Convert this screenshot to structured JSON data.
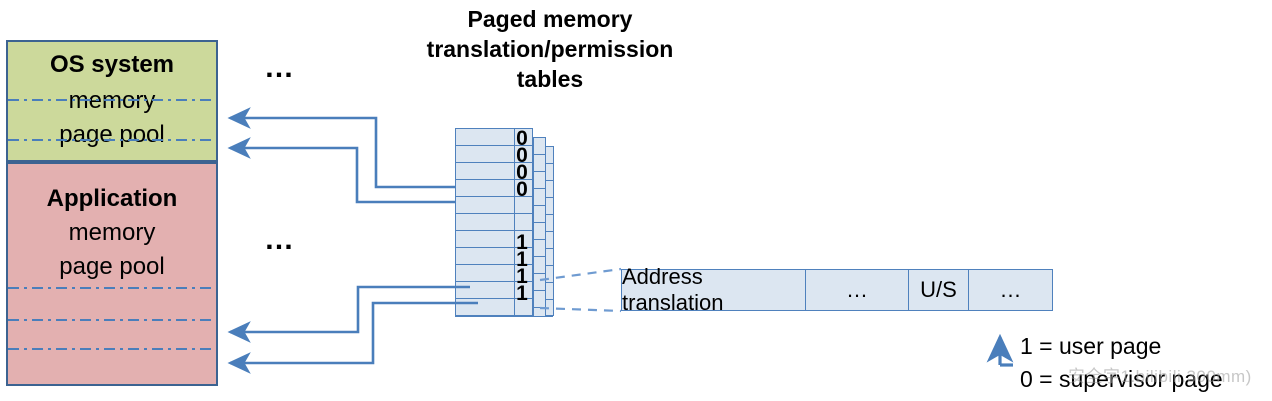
{
  "title": {
    "line1": "Paged memory",
    "line2": "translation/permission",
    "line3": "tables"
  },
  "memory": {
    "os_pool": {
      "name": "os-system-memory-page-pool",
      "heading": "OS system",
      "line2": "memory",
      "line3": "page pool",
      "fill": "#ccd99b",
      "border": "#3c6391"
    },
    "app_pool": {
      "name": "application-memory-page-pool",
      "heading": "Application",
      "line2": "memory",
      "line3": "page pool",
      "fill": "#e3b0b0",
      "border": "#3c6391"
    },
    "ellipsis_top": "…",
    "ellipsis_bottom": "…"
  },
  "page_tables": {
    "fill": "#dce6f1",
    "border": "#4f81bd",
    "row_count": 12,
    "bit_column_values": [
      "0",
      "0",
      "0",
      "0",
      "",
      "",
      "",
      "",
      "1",
      "1",
      "1",
      "1"
    ],
    "us_bits_supervisor": [
      "0",
      "0",
      "0",
      "0"
    ],
    "us_bits_user": [
      "1",
      "1",
      "1",
      "1"
    ]
  },
  "pte_detail": {
    "fields": [
      {
        "name": "address-translation",
        "label": "Address translation"
      },
      {
        "name": "ellipsis-left",
        "label": "…"
      },
      {
        "name": "us-bit",
        "label": "U/S"
      },
      {
        "name": "ellipsis-right",
        "label": "…"
      }
    ]
  },
  "legend": {
    "line1": "1 = user page",
    "line2": "0 = supervisor page",
    "arrow_color": "#4a7ebb"
  },
  "watermark": {
    "text": "安全字1.bilibili.300mm)",
    "corner": ""
  },
  "colors": {
    "connector": "#4a7ebb",
    "table_border": "#4f81bd",
    "table_fill": "#dce6f1"
  }
}
